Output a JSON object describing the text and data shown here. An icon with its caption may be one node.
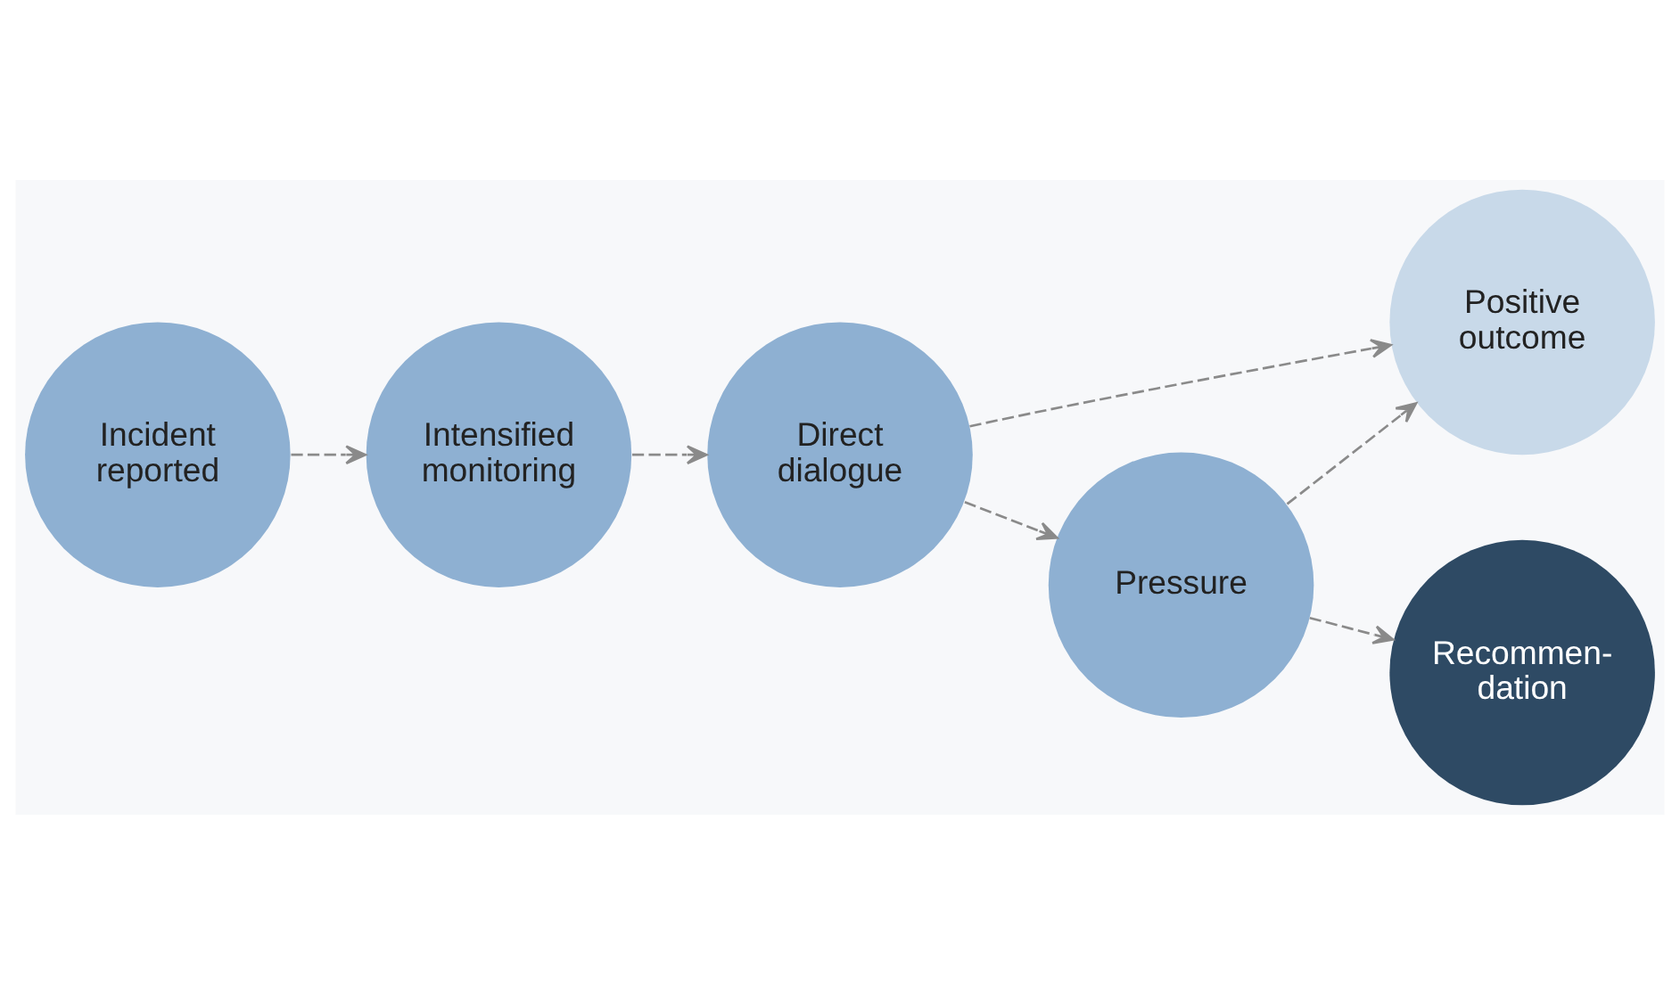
{
  "diagram": {
    "nodes": [
      {
        "text": [
          "Incident reported"
        ]
      },
      {
        "text": [
          "Intensified monitoring"
        ]
      },
      {
        "text": [
          "Direct dialogue"
        ]
      },
      {
        "text": [
          "Pressure"
        ]
      },
      {
        "text": [
          "Positive outcome"
        ]
      },
      {
        "text": [
          "Recommen- dation"
        ]
      }
    ],
    "edges": [
      {
        "from": 0,
        "to": 1,
        "arrow": "to",
        "style": "dashed"
      },
      {
        "from": 1,
        "to": 2,
        "arrow": "to",
        "style": "dashed"
      },
      {
        "from": 2,
        "to": 4,
        "arrow": "to",
        "style": "dashed"
      },
      {
        "from": 2,
        "to": 3,
        "arrow": "to",
        "style": "dashed"
      },
      {
        "from": 3,
        "to": 4,
        "arrow": "to",
        "style": "dashed"
      },
      {
        "from": 3,
        "to": 5,
        "arrow": "to",
        "style": "dashed"
      }
    ]
  }
}
